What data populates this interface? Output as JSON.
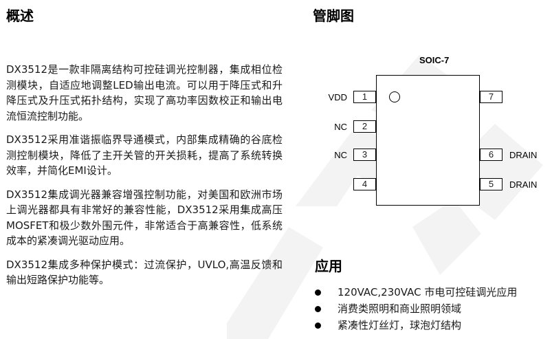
{
  "overview": {
    "heading": "概述",
    "paragraphs": [
      "DX3512是一款非隔离结构可控硅调光控制器，集成相位检测模块，自适应地调整LED输出电流。可以用于降压式和升降压式及升压式拓扑结构，实现了高功率因数校正和输出电流恒流控制功能。",
      "DX3512采用准谐振临界导通模式，内部集成精确的谷底检测控制模块，降低了主开关管的开关损耗，提高了系统转换效率，并简化EMI设计。",
      "DX3512集成调光器兼容增强控制功能，对美国和欧洲市场上调光器都具有非常好的兼容性能，DX3512采用集成高压MOSFET和极少数外围元件，非常适合于高兼容性，低系统成本的紧凑调光驱动应用。",
      "DX3512集成多种保护模式：过流保护，UVLO,高温反馈和输出短路保护功能等。"
    ]
  },
  "pinout": {
    "heading": "管脚图",
    "package": "SOIC-7",
    "pins_left": [
      {
        "number": "1",
        "name": "VDD"
      },
      {
        "number": "2",
        "name": "NC"
      },
      {
        "number": "3",
        "name": "NC"
      },
      {
        "number": "4",
        "name": ""
      }
    ],
    "pins_right": [
      {
        "number": "7",
        "name": ""
      },
      {
        "number": "6",
        "name": "DRAIN"
      },
      {
        "number": "5",
        "name": "DRAIN"
      }
    ]
  },
  "applications": {
    "heading": "应用",
    "items": [
      "120VAC,230VAC  市电可控硅调光应用",
      "消费类照明和商业照明领域",
      "紧凑性灯丝灯，球泡灯结构"
    ]
  },
  "colors": {
    "text": "#1a1a1a",
    "heading": "#000000",
    "watermark": "#f2f2f2"
  }
}
